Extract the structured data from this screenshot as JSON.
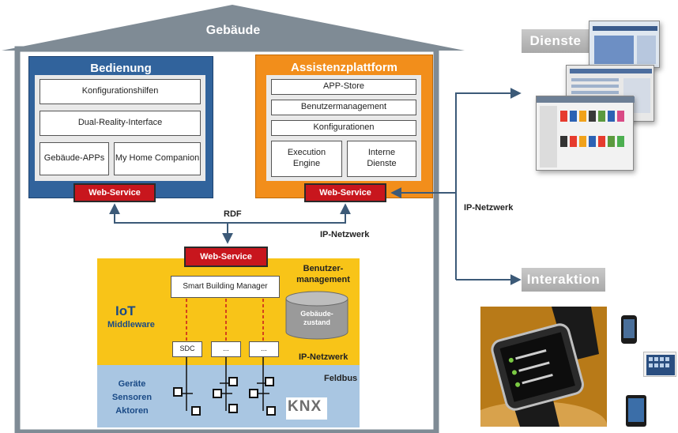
{
  "building": {
    "title": "Gebäude"
  },
  "bedienung": {
    "title": "Bedienung",
    "items": [
      "Konfigurationshilfen",
      "Dual-Reality-Interface",
      "Gebäude-APPs",
      "My Home Companion"
    ],
    "webservice": "Web-Service"
  },
  "assistenz": {
    "title": "Assistenzplattform",
    "items": [
      "APP-Store",
      "Benutzermanagement",
      "Konfigurationen",
      "Execution Engine",
      "Interne Dienste"
    ],
    "webservice": "Web-Service"
  },
  "links": {
    "rdf": "RDF",
    "ip_netzwerk_inner": "IP-Netzwerk",
    "ip_netzwerk_outer": "IP-Netzwerk"
  },
  "iot": {
    "webservice": "Web-Service",
    "sbm": "Smart Building Manager",
    "benutzer": "Benutzer-management",
    "title": "IoT",
    "subtitle": "Middleware",
    "db": "Gebäude-zustand",
    "nodes": [
      "SDC",
      "...",
      "..."
    ],
    "ip_netzwerk": "IP-Netzwerk"
  },
  "fieldbus": {
    "label": "Feldbus",
    "devices": "Geräte Sensoren Aktoren",
    "knx": "KNX"
  },
  "right": {
    "dienste": "Dienste",
    "interaktion": "Interaktion"
  },
  "colors": {
    "blue": "#31639c",
    "orange": "#f28e1b",
    "yellow": "#f8c418",
    "fieldbus": "#a9c6e2",
    "red": "#c8161d",
    "house": "#7f8b95"
  }
}
